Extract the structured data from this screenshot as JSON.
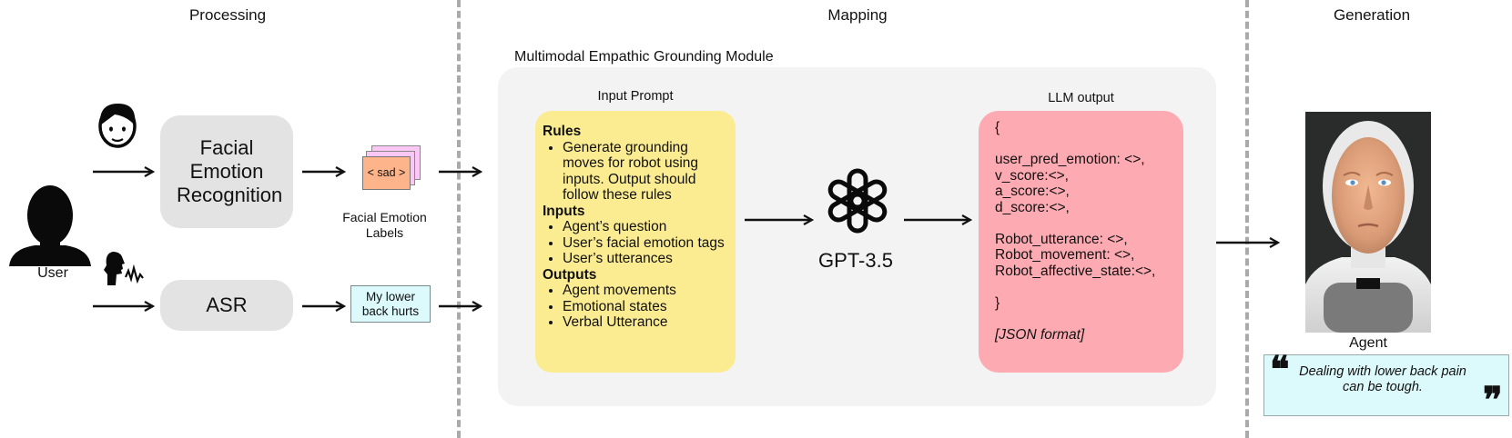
{
  "sections": {
    "processing": "Processing",
    "mapping": "Mapping",
    "generation": "Generation"
  },
  "user_label": "User",
  "processing": {
    "fer_label": "Facial Emotion Recognition",
    "asr_label": "ASR",
    "sad_tag": "< sad >",
    "fel_label": "Facial Emotion Labels",
    "speech_tag": "My lower back hurts"
  },
  "module": {
    "title": "Multimodal Empathic Grounding Module",
    "input_prompt_title": "Input Prompt",
    "rules_header": "Rules",
    "rules_items": [
      "Generate grounding moves for robot using inputs. Output should follow these rules"
    ],
    "inputs_header": "Inputs",
    "inputs_items": [
      "Agent’s question",
      "User’s facial emotion tags",
      "User’s utterances"
    ],
    "outputs_header": "Outputs",
    "outputs_items": [
      "Agent movements",
      "Emotional states",
      "Verbal Utterance"
    ],
    "gpt_label": "GPT-3.5",
    "llm_title": "LLM output",
    "llm_lines": [
      "{",
      "",
      "user_pred_emotion: <>,",
      "v_score:<>,",
      "a_score:<>,",
      "d_score:<>,",
      "",
      "Robot_utterance: <>,",
      "Robot_movement: <>,",
      "Robot_affective_state:<>,",
      "",
      "}",
      "",
      "[JSON format]"
    ]
  },
  "agent": {
    "label": "Agent",
    "quote": "Dealing with lower back pain can be tough."
  },
  "icons": {
    "user": "user-silhouette-icon",
    "face": "face-icon",
    "speaking": "speaking-head-icon",
    "gpt": "openai-logo-icon",
    "robot": "robot-head-image",
    "quote_open": "open-quote-icon",
    "quote_close": "close-quote-icon"
  },
  "colors": {
    "prompt_box": "#fbec92",
    "llm_box": "#fdaab2",
    "gray_box": "#e3e3e3",
    "panel": "#f3f3f3",
    "sad_tag": "#fdb48a",
    "speech_tag": "#dcf9fb",
    "quote_box": "#dcf9fb"
  }
}
